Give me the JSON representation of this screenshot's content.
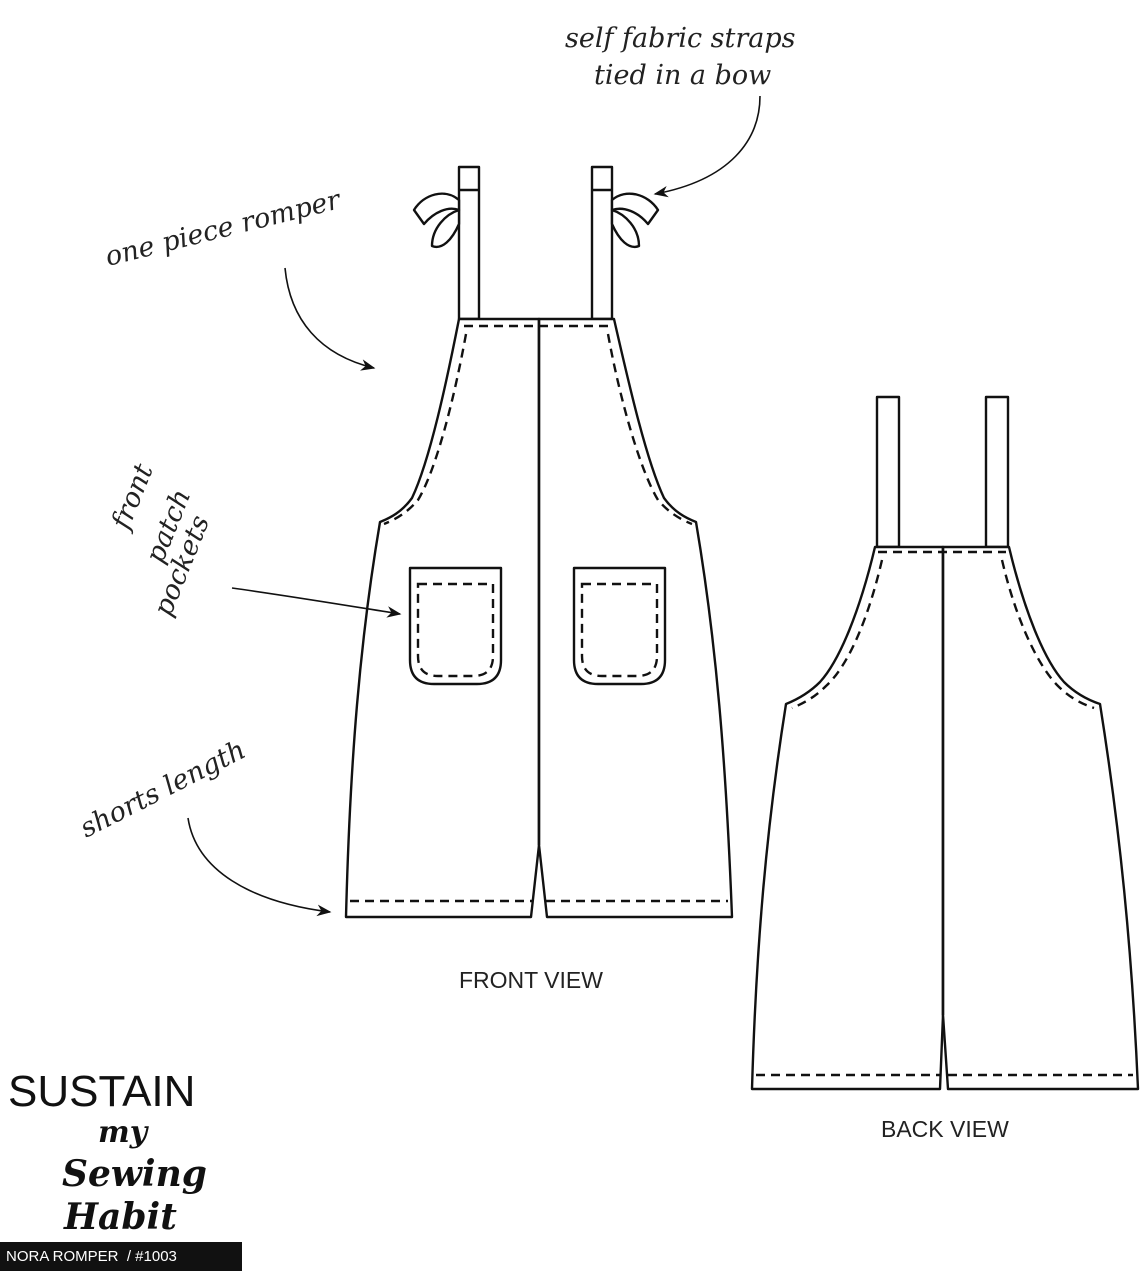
{
  "annotations": {
    "straps_line1": "self fabric straps",
    "straps_line2": "tied in a bow",
    "one_piece": "one piece romper",
    "pockets_line1": "front",
    "pockets_line2": "patch",
    "pockets_line3": "pockets",
    "shorts": "shorts length"
  },
  "views": {
    "front": "FRONT VIEW",
    "back": "BACK VIEW"
  },
  "brand": {
    "line1": "SUSTAIN",
    "line2": "my",
    "line3": "Sewing",
    "line4": "Habit"
  },
  "product_bar": "NORA ROMPER  / #1003",
  "colors": {
    "ink": "#111111",
    "background": "#ffffff"
  }
}
